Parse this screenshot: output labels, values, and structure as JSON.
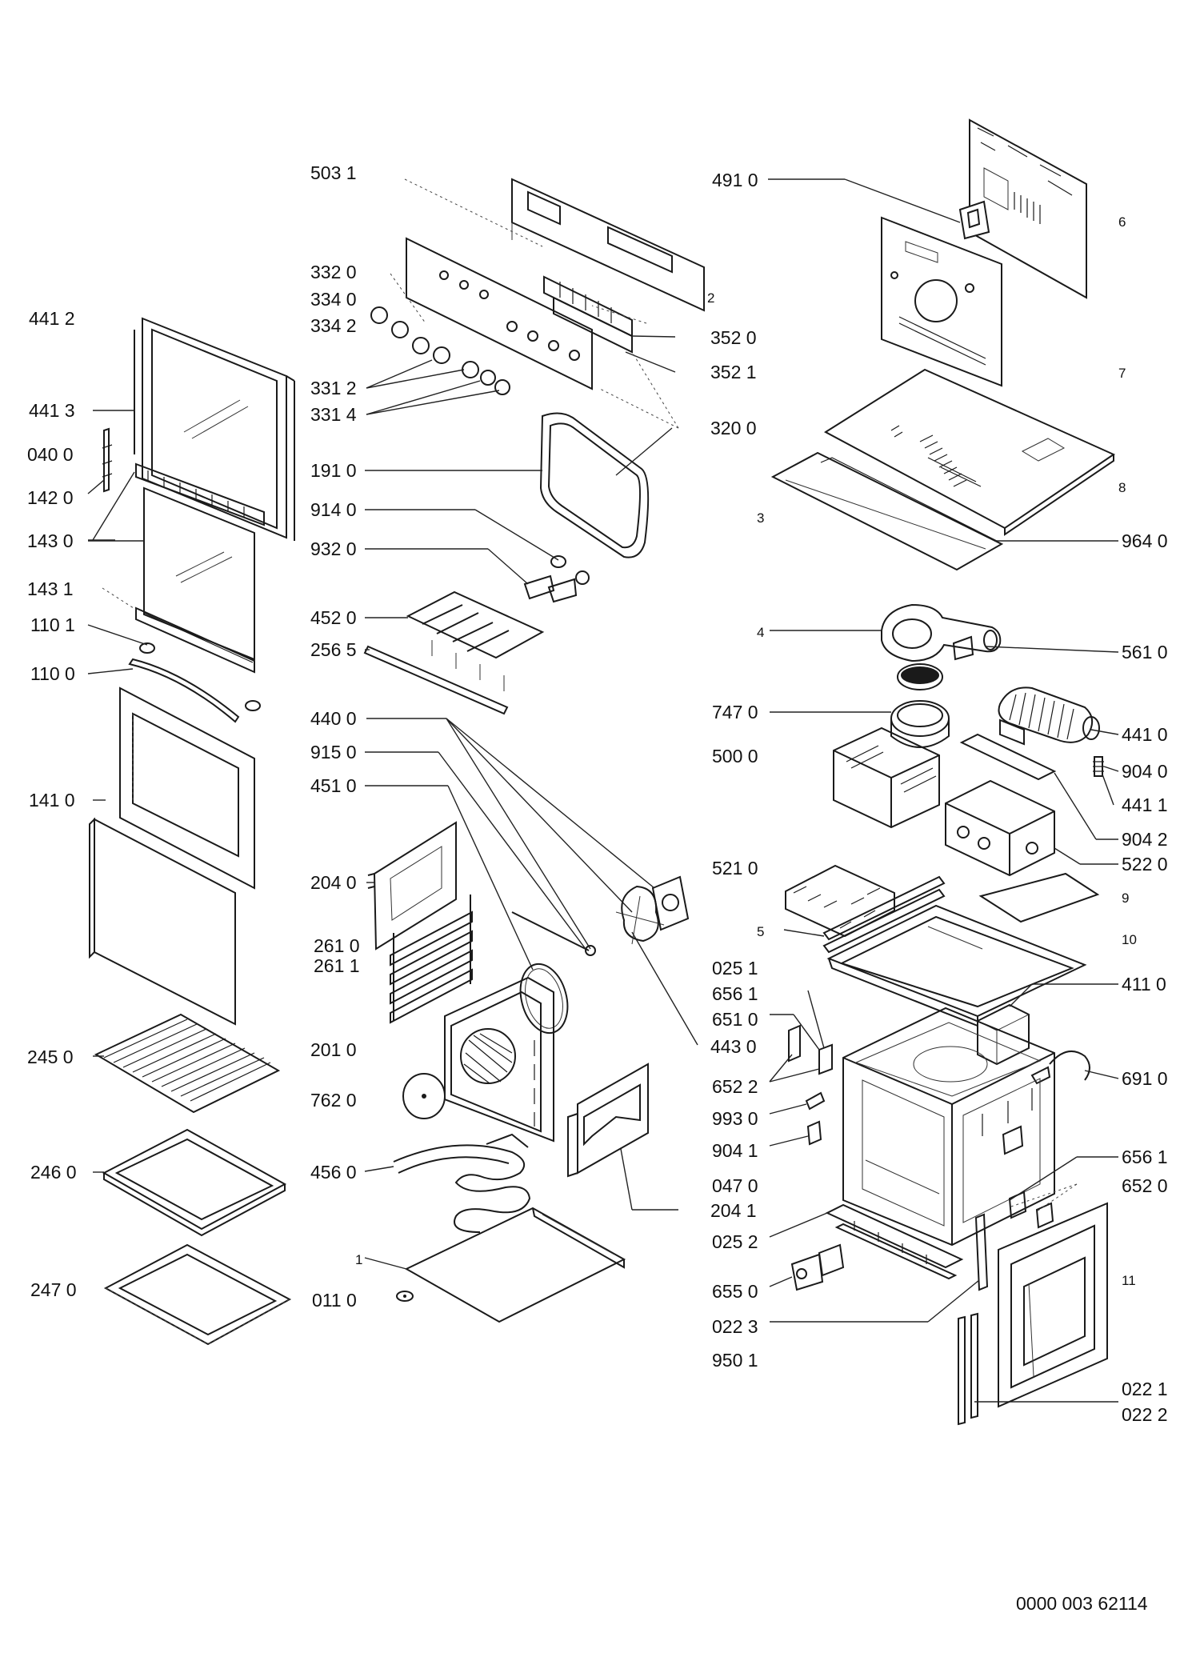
{
  "drawing_number": "0000 003 62114",
  "labels": {
    "l_503_1": "503 1",
    "l_332_0": "332 0",
    "l_334_0": "334 0",
    "l_334_2": "334 2",
    "l_331_2": "331 2",
    "l_331_4": "331 4",
    "l_191_0": "191 0",
    "l_914_0": "914 0",
    "l_932_0": "932 0",
    "l_452_0": "452 0",
    "l_256_5": "256 5",
    "l_440_0": "440 0",
    "l_915_0": "915 0",
    "l_451_0": "451 0",
    "l_204_0": "204 0",
    "l_261_0": "261 0",
    "l_261_1": "261 1",
    "l_201_0": "201 0",
    "l_762_0": "762 0",
    "l_456_0": "456 0",
    "l_011_0": "011 0",
    "l_1": "1",
    "l_441_2": "441 2",
    "l_441_3": "441 3",
    "l_040_0": "040 0",
    "l_142_0": "142 0",
    "l_143_0": "143 0",
    "l_143_1": "143 1",
    "l_110_1": "110 1",
    "l_110_0": "110 0",
    "l_141_0": "141 0",
    "l_245_0": "245 0",
    "l_246_0": "246 0",
    "l_247_0": "247 0",
    "l_2": "2",
    "l_352_0": "352 0",
    "l_352_1": "352 1",
    "l_320_0": "320 0",
    "l_491_0": "491 0",
    "l_6": "6",
    "l_7": "7",
    "l_8": "8",
    "l_3": "3",
    "l_964_0": "964 0",
    "l_4": "4",
    "l_561_0": "561 0",
    "l_747_0": "747 0",
    "l_500_0": "500 0",
    "l_441_0": "441 0",
    "l_904_0": "904 0",
    "l_441_1": "441 1",
    "l_904_2": "904 2",
    "l_522_0": "522 0",
    "l_521_0": "521 0",
    "l_9": "9",
    "l_5": "5",
    "l_10": "10",
    "l_025_1": "025 1",
    "l_656_1a": "656 1",
    "l_651_0": "651 0",
    "l_411_0": "411 0",
    "l_443_0": "443 0",
    "l_652_2": "652 2",
    "l_691_0": "691 0",
    "l_993_0": "993 0",
    "l_904_1": "904 1",
    "l_656_1b": "656 1",
    "l_047_0": "047 0",
    "l_652_0": "652 0",
    "l_204_1": "204 1",
    "l_025_2": "025 2",
    "l_11": "11",
    "l_655_0": "655 0",
    "l_022_3": "022 3",
    "l_950_1": "950 1",
    "l_022_1": "022 1",
    "l_022_2": "022 2"
  }
}
